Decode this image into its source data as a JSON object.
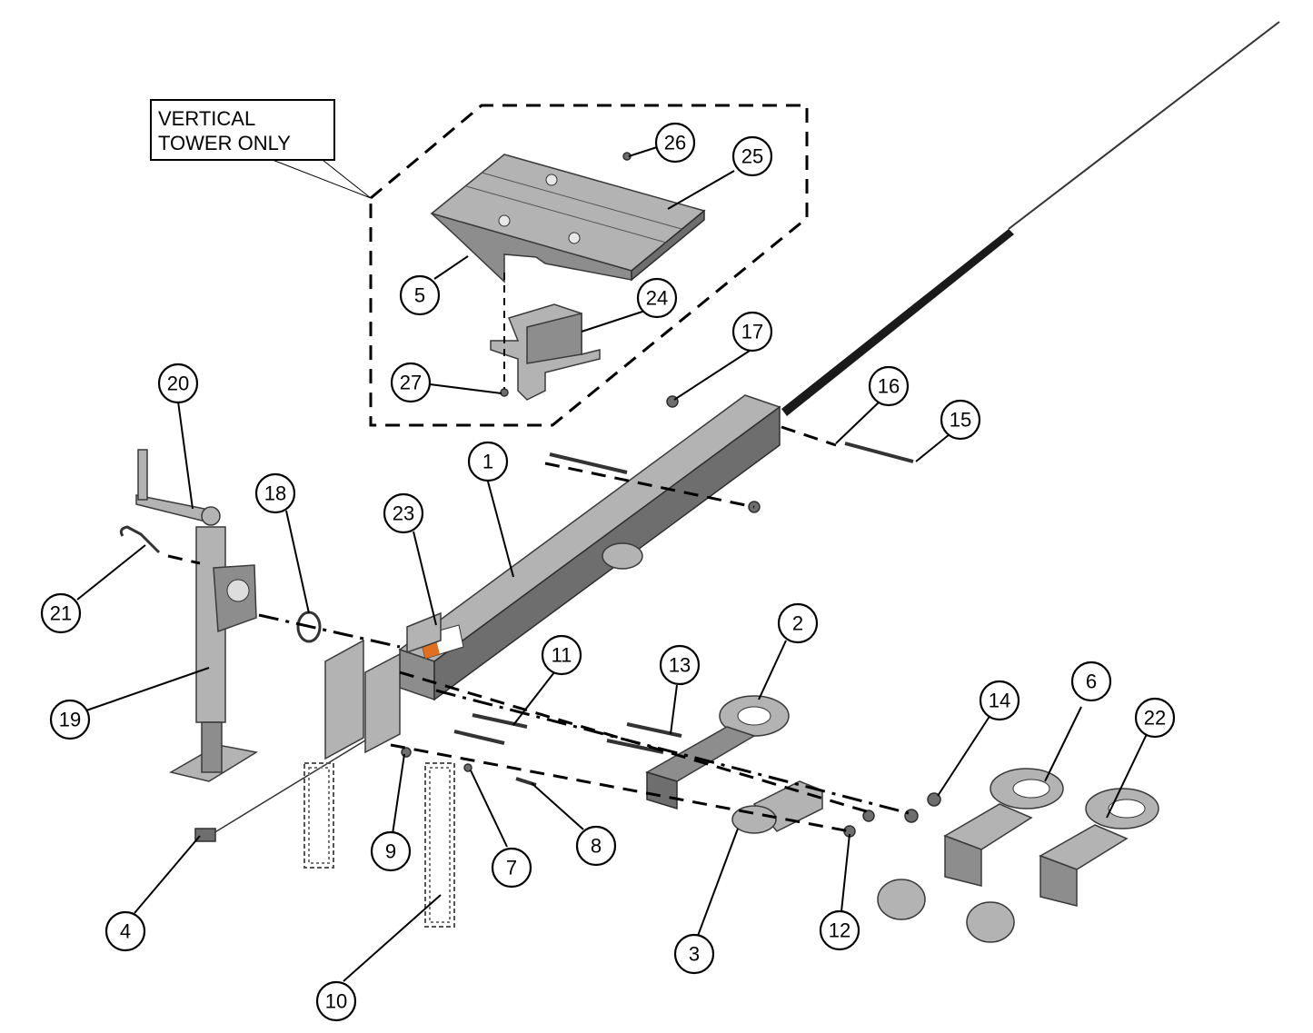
{
  "callout": {
    "line1": "VERTICAL",
    "line2": "TOWER ONLY"
  },
  "balloons": [
    "1",
    "2",
    "3",
    "4",
    "5",
    "6",
    "7",
    "8",
    "9",
    "10",
    "11",
    "12",
    "13",
    "14",
    "15",
    "16",
    "17",
    "18",
    "19",
    "20",
    "21",
    "22",
    "23",
    "24",
    "25",
    "26",
    "27"
  ]
}
